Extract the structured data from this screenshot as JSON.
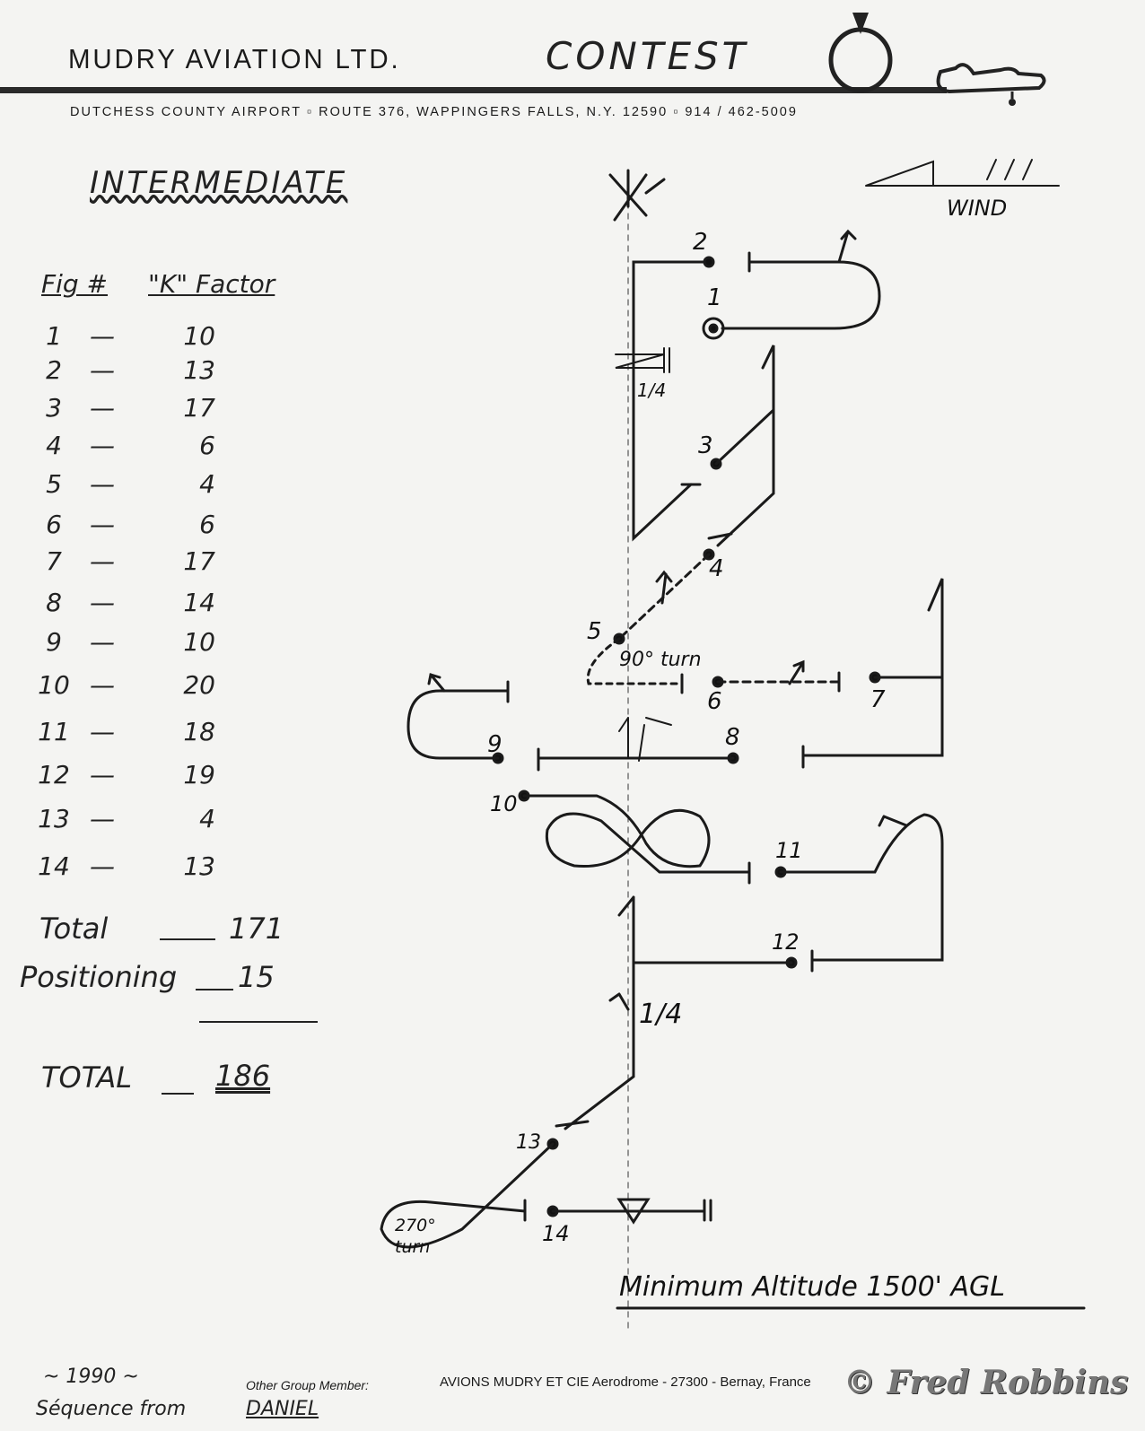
{
  "letterhead": {
    "company": "MUDRY AVIATION LTD.",
    "handwritten_title": "CONTEST",
    "address": "DUTCHESS COUNTY AIRPORT  ▫  ROUTE 376, WAPPINGERS FALLS, N.Y. 12590  ▫  914 / 462-5009"
  },
  "sequence": {
    "level": "INTERMEDIATE",
    "col_fig": "Fig #",
    "col_k": "\"K\" Factor",
    "rows": [
      {
        "fig": "1",
        "k": "10"
      },
      {
        "fig": "2",
        "k": "13"
      },
      {
        "fig": "3",
        "k": "17"
      },
      {
        "fig": "4",
        "k": "6"
      },
      {
        "fig": "5",
        "k": "4"
      },
      {
        "fig": "6",
        "k": "6"
      },
      {
        "fig": "7",
        "k": "17"
      },
      {
        "fig": "8",
        "k": "14"
      },
      {
        "fig": "9",
        "k": "10"
      },
      {
        "fig": "10",
        "k": "20"
      },
      {
        "fig": "11",
        "k": "18"
      },
      {
        "fig": "12",
        "k": "19"
      },
      {
        "fig": "13",
        "k": "4"
      },
      {
        "fig": "14",
        "k": "13"
      }
    ],
    "dash": "—",
    "total_label": "Total",
    "total_value": "171",
    "positioning_label": "Positioning",
    "positioning_value": "15",
    "grand_total_label": "TOTAL",
    "grand_total_value": "186"
  },
  "diagram": {
    "wind_label": "WIND",
    "labels": {
      "f1": "1",
      "f2": "2",
      "f3": "3",
      "f4": "4",
      "f5": "5",
      "f6": "6",
      "f7": "7",
      "f8": "8",
      "f9": "9",
      "f10": "10",
      "f11": "11",
      "f12": "12",
      "f13": "13",
      "f14": "14",
      "quarter_a": "1/4",
      "quarter_b": "1/4",
      "turn90": "90° turn",
      "turn270_a": "270°",
      "turn270_b": "turn"
    },
    "min_altitude": "Minimum Altitude 1500' AGL"
  },
  "footer": {
    "year": "~ 1990 ~",
    "sequence_from": "Séquence from",
    "other_group_label": "Other Group Member:",
    "member_name": "DANIEL",
    "french_address": "AVIONS MUDRY ET CIE  Aerodrome - 27300 - Bernay, France",
    "copyright": "© Fred Robbins"
  }
}
